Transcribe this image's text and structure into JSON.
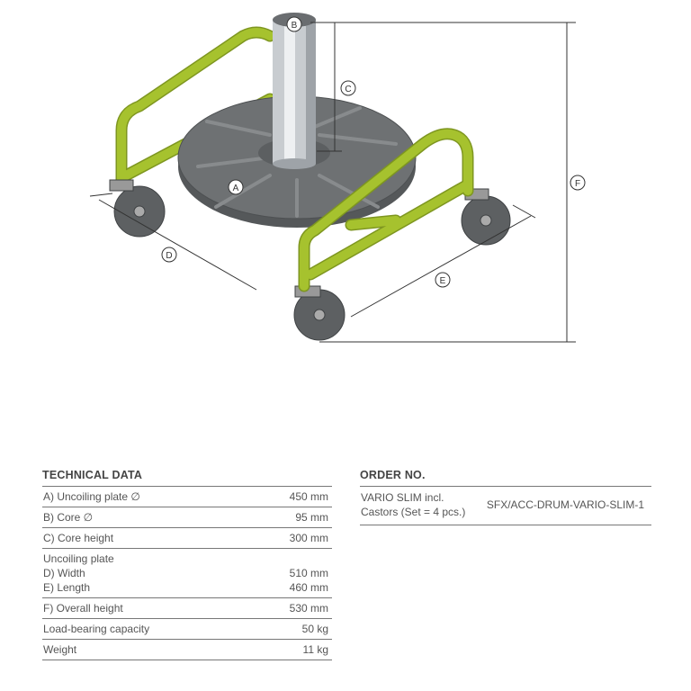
{
  "diagram": {
    "labels": {
      "a": "A",
      "b": "B",
      "c": "C",
      "d": "D",
      "e": "E",
      "f": "F"
    },
    "colors": {
      "frame": "#a6c22e",
      "plate": "#6e7173",
      "core": "#c8ccd0",
      "wheel": "#5d6062"
    }
  },
  "technical_data": {
    "title": "TECHNICAL DATA",
    "rows": [
      {
        "label": "A) Uncoiling plate ∅",
        "value": "450 mm"
      },
      {
        "label": "B) Core ∅",
        "value": "95 mm"
      },
      {
        "label": "C) Core height",
        "value": "300 mm"
      }
    ],
    "group": {
      "heading": "Uncoiling plate",
      "rows": [
        {
          "label": "D) Width",
          "value": "510 mm"
        },
        {
          "label": "E) Length",
          "value": "460 mm"
        }
      ]
    },
    "rows2": [
      {
        "label": "F) Overall height",
        "value": "530 mm"
      },
      {
        "label": "Load-bearing capacity",
        "value": "50 kg"
      },
      {
        "label": "Weight",
        "value": "11 kg"
      }
    ]
  },
  "order": {
    "title": "ORDER NO.",
    "item_line1": "VARIO SLIM incl.",
    "item_line2": "Castors (Set = 4 pcs.)",
    "number": "SFX/ACC-DRUM-VARIO-SLIM-1"
  }
}
